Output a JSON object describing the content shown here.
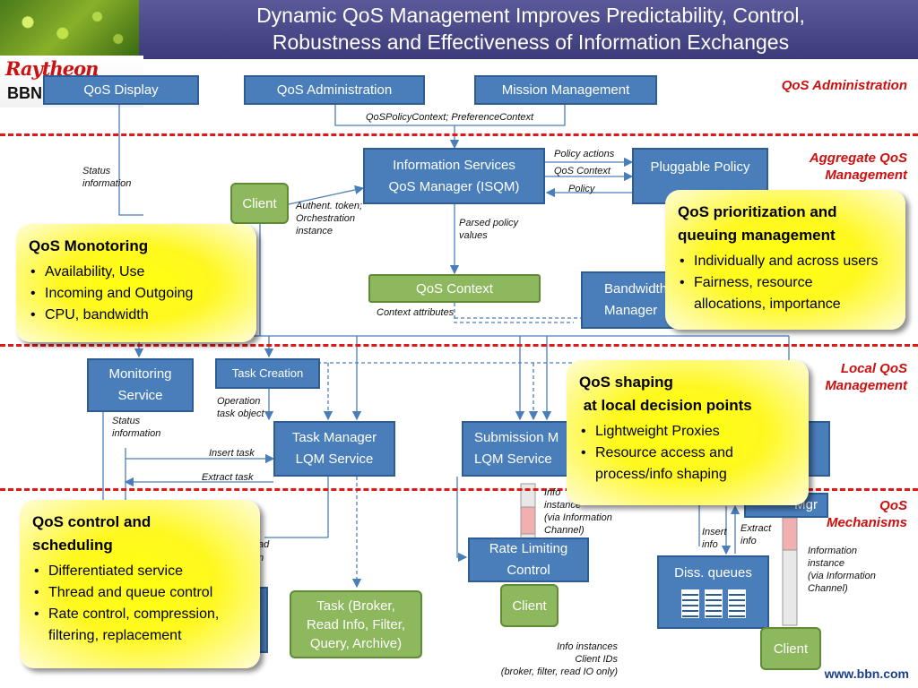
{
  "header": {
    "title_line1": "Dynamic QoS Management Improves Predictability, Control,",
    "title_line2": "Robustness and Effectiveness of Information Exchanges"
  },
  "logos": {
    "raytheon": "Raytheon",
    "bbn": "BBN"
  },
  "zones": {
    "qos_administration": "QoS Administration",
    "aggregate_line1": "Aggregate QoS",
    "aggregate_line2": "Management",
    "local_line1": "Local QoS",
    "local_line2": "Management",
    "mech_line1": "QoS",
    "mech_line2": "Mechanisms"
  },
  "boxes": {
    "qos_display": "QoS Display",
    "qos_administration": "QoS Administration",
    "mission_management": "Mission Management",
    "isqm_line1": "Information Services",
    "isqm_line2": "QoS Manager (ISQM)",
    "pluggable_policy": "Pluggable Policy",
    "qos_context": "QoS Context",
    "bandwidth_line1": "Bandwidth",
    "bandwidth_line2": "Manager",
    "monitoring_line1": "Monitoring",
    "monitoring_line2": "Service",
    "task_creation": "Task Creation",
    "task_manager_line1": "Task Manager",
    "task_manager_line2": "LQM Service",
    "submission_line1": "Submission M",
    "submission_line2": "LQM Service",
    "rate_limiting_line1": "Rate Limiting",
    "rate_limiting_line2": "Control",
    "diss_queues": "Diss. queues",
    "mgr": "Mgr",
    "client_top": "Client",
    "client_rate": "Client",
    "client_bottom": "Client",
    "task_line1": "Task (Broker,",
    "task_line2": "Read Info, Filter,",
    "task_line3": "Query, Archive)"
  },
  "labels": {
    "policy_context": "QoSPolicyContext;  PreferenceContext",
    "status_info_line1": "Status",
    "status_info_line2": "information",
    "authent_line1": "Authent. token;",
    "authent_line2": "Orchestration",
    "authent_line3": "instance",
    "policy_actions": "Policy actions",
    "qos_context": "QoS Context",
    "policy": "Policy",
    "parsed_line1": "Parsed policy",
    "parsed_line2": "values",
    "context_attributes": "Context attributes",
    "operation_line1": "Operation",
    "operation_line2": "task object",
    "status2_line1": "Status",
    "status2_line2": "information",
    "insert_task": "Insert task",
    "extract_task": "Extract task",
    "read_partial": "ad",
    "n_partial": "n",
    "info_inst_line1": "Info",
    "info_inst_line2": "instance",
    "info_inst_line3": "(via Information",
    "info_inst_line4": "Channel)",
    "insert_info_line1": "Insert",
    "insert_info_line2": "info",
    "extract_info_line1": "Extract",
    "extract_info_line2": "info",
    "info_instance_line1": "Information",
    "info_instance_line2": "instance",
    "info_instance_line3": "(via Information",
    "info_instance_line4": "Channel)",
    "info_instances": "Info instances",
    "client_ids": "Client IDs",
    "broker_filter": "(broker, filter, read IO only)"
  },
  "callouts": {
    "monitoring": {
      "title": "QoS Monotoring",
      "items": [
        "Availability, Use",
        "Incoming and Outgoing",
        "CPU, bandwidth"
      ]
    },
    "prioritization": {
      "title_line1": "QoS prioritization and",
      "title_line2": "queuing management",
      "items": [
        "Individually and across users",
        "Fairness, resource",
        "allocations, importance"
      ]
    },
    "shaping": {
      "title_line1": "QoS shaping",
      "title_line2": " at local decision points",
      "items": [
        "Lightweight Proxies",
        "Resource access and",
        "process/info shaping"
      ]
    },
    "control": {
      "title_line1": "QoS control and",
      "title_line2": "scheduling",
      "items": [
        "Differentiated service",
        "Thread and queue control",
        "Rate control, compression,",
        "filtering, replacement"
      ]
    }
  },
  "footer": {
    "url": "www.bbn.com"
  },
  "colors": {
    "box_blue": "#4a7ebb",
    "box_green": "#8db85e",
    "zone_red": "#cc1010",
    "callout_yellow": "#ffff10"
  }
}
